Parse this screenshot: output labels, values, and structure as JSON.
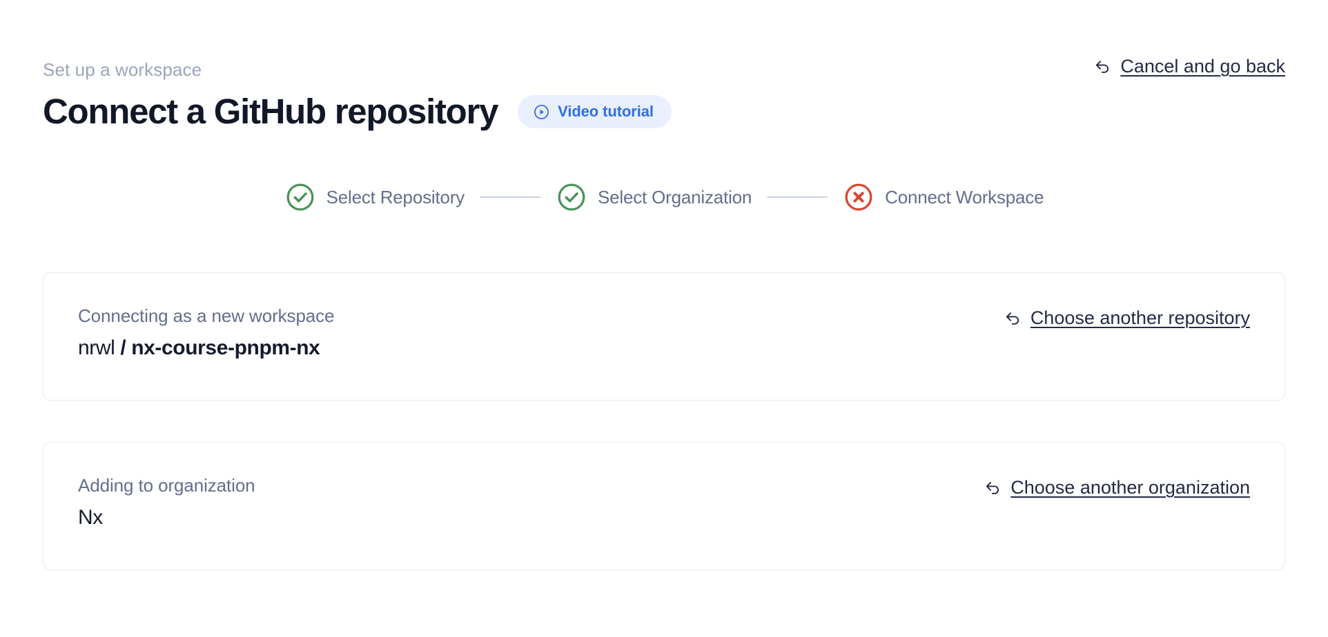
{
  "header": {
    "eyebrow": "Set up a workspace",
    "title": "Connect a GitHub repository",
    "video_badge": {
      "label": "Video tutorial",
      "icon": "play-circle-icon",
      "bg_color": "#e9effd",
      "text_color": "#2f6fe4"
    },
    "cancel_link": {
      "label": "Cancel and go back",
      "icon": "arrow-uturn-left-icon"
    }
  },
  "stepper": {
    "steps": [
      {
        "label": "Select Repository",
        "state": "complete",
        "icon": "check-circle-icon",
        "color": "#4b9157"
      },
      {
        "label": "Select Organization",
        "state": "complete",
        "icon": "check-circle-icon",
        "color": "#4b9157"
      },
      {
        "label": "Connect Workspace",
        "state": "error",
        "icon": "x-circle-icon",
        "color": "#d8452f"
      }
    ],
    "connector_color": "#c6d0e1",
    "label_color": "#636e8d"
  },
  "cards": [
    {
      "caption": "Connecting as a new workspace",
      "value_owner": "nrwl",
      "value_separator": " / ",
      "value_repo": "nx-course-pnpm-nx",
      "action": {
        "label": "Choose another repository",
        "icon": "arrow-uturn-left-icon"
      }
    },
    {
      "caption": "Adding to organization",
      "value": "Nx",
      "action": {
        "label": "Choose another organization",
        "icon": "arrow-uturn-left-icon"
      }
    }
  ],
  "theme": {
    "background": "#ffffff",
    "card_border": "#e8eaf1",
    "title_color": "#111827",
    "muted_color": "#9aa5bd",
    "link_color": "#232a45"
  }
}
